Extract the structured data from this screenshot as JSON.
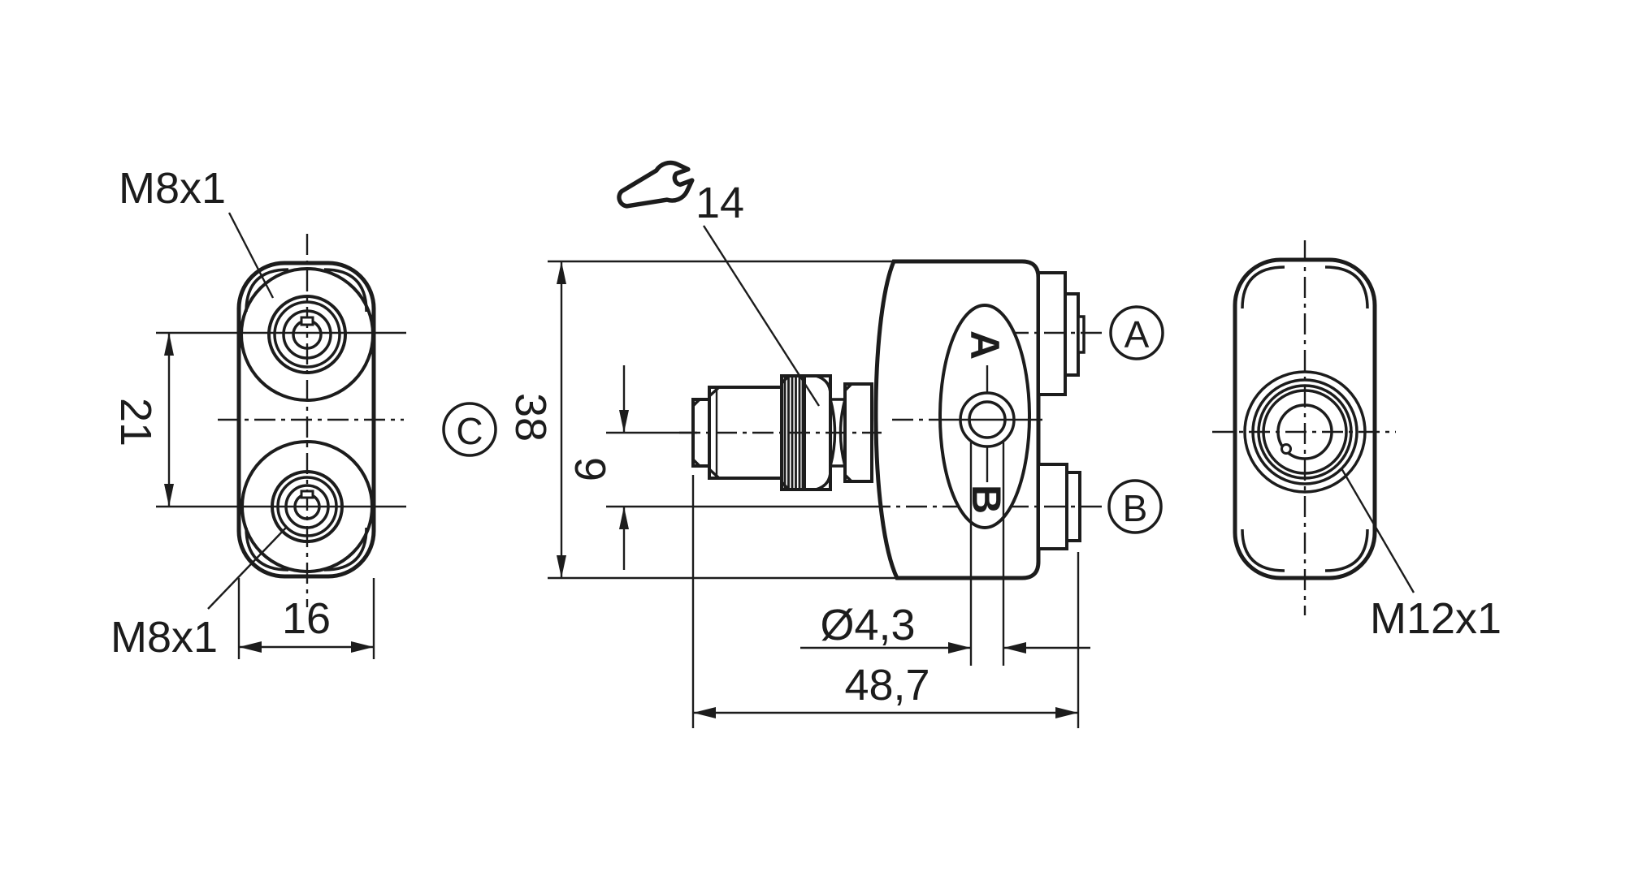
{
  "drawing": {
    "type": "dimensional-drawing",
    "background_color": "#ffffff",
    "line_color": "#1c1c1c",
    "views": {
      "front": {
        "labels": {
          "thread_top": "M8x1",
          "thread_bottom": "M8x1"
        },
        "dimensions": {
          "port_spacing": "21",
          "body_width": "16"
        }
      },
      "side": {
        "view_marker": "C",
        "dimensions": {
          "body_height": "38",
          "connector_offset": "9",
          "wrench_size": "14",
          "mounting_hole_diameter": "Ø4,3",
          "overall_length": "48,7"
        },
        "face_labels": {
          "port_a": "A",
          "port_b": "B"
        },
        "port_markers": {
          "a": "A",
          "b": "B"
        }
      },
      "back": {
        "labels": {
          "thread": "M12x1"
        }
      }
    },
    "icons": {
      "wrench": "open-end wrench symbol"
    }
  }
}
